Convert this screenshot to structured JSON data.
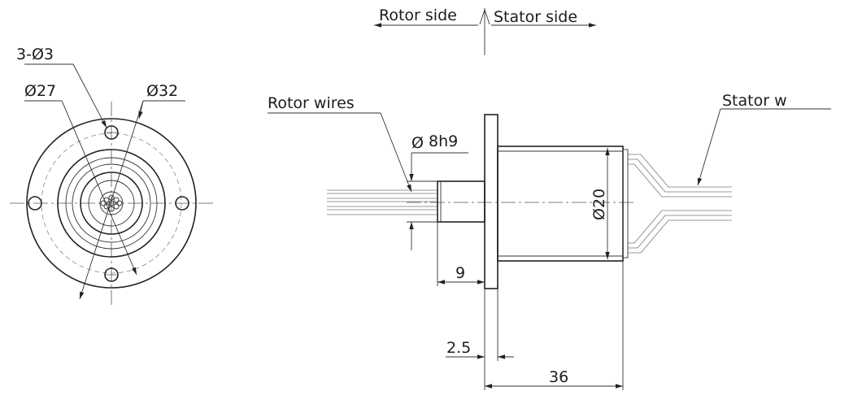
{
  "labels": {
    "rotor_side": "Rotor side",
    "stator_side": "Stator side",
    "rotor_wires": "Rotor wires",
    "stator_wires": "Stator w"
  },
  "dimensions": {
    "holes": "3-Ø3",
    "pcd": "Ø27",
    "flange_od": "Ø32",
    "shaft": "8h9",
    "shaft_symbol": "Ø",
    "body": "Ø20",
    "shaft_length": "9",
    "flange_thickness": "2.5",
    "overall_length": "36"
  }
}
